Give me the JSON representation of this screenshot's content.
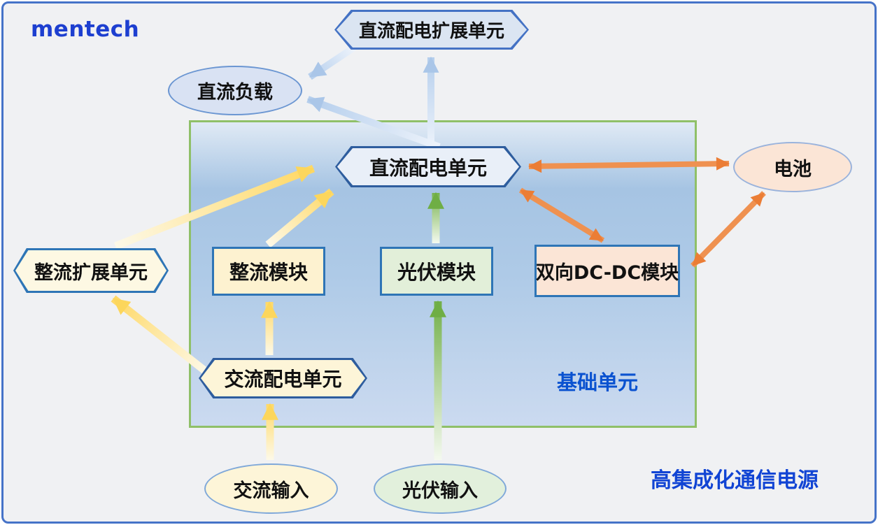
{
  "page": {
    "logo": "mentech",
    "logo_color": "#1d3fd0",
    "caption": "高集成化通信电源",
    "caption_color": "#1144d4",
    "background": "#f0f1f3",
    "frame_border_color": "#4673c8"
  },
  "base_unit_box": {
    "label": "基础单元",
    "label_color": "#0a52d0",
    "border_color": "#8fc068",
    "fill_gradient": [
      "#e0eaf5",
      "#a6c4e3",
      "#cbdaf0"
    ]
  },
  "nodes": {
    "dc_dist_expansion": {
      "label": "直流配电扩展单元",
      "shape": "hexagon",
      "fill": "#dbe5f2",
      "border": "#4472c4"
    },
    "dc_load": {
      "label": "直流负载",
      "shape": "ellipse",
      "fill": "#d9e2f3",
      "border": "#6b96d2"
    },
    "dc_dist_unit": {
      "label": "直流配电单元",
      "shape": "hexagon",
      "fill": "#e9eff8",
      "border": "#2e5d9e"
    },
    "battery": {
      "label": "电池",
      "shape": "ellipse",
      "fill": "#fbe5d6",
      "border": "#9ab3dc"
    },
    "rectifier_expansion": {
      "label": "整流扩展单元",
      "shape": "hexagon",
      "fill": "#fdf8e3",
      "border": "#2e75b6"
    },
    "rectifier_module": {
      "label": "整流模块",
      "shape": "rect",
      "fill": "#fdf2d0",
      "border": "#2e75b6"
    },
    "pv_module": {
      "label": "光伏模块",
      "shape": "rect",
      "fill": "#e2efd9",
      "border": "#2e75b6"
    },
    "dcdc_module": {
      "label": "双向DC-DC模块",
      "shape": "rect",
      "fill": "#fbe5d6",
      "border": "#2e75b6"
    },
    "ac_dist_unit": {
      "label": "交流配电单元",
      "shape": "hexagon",
      "fill": "#fdf5d8",
      "border": "#2e5d9e"
    },
    "ac_input": {
      "label": "交流输入",
      "shape": "ellipse",
      "fill": "#fdf5d8",
      "border": "#7fa8d9"
    },
    "pv_input": {
      "label": "光伏输入",
      "shape": "ellipse",
      "fill": "#e2f0dc",
      "border": "#7fa8d9"
    }
  },
  "edges": [
    {
      "from": "直流配电单元",
      "to": "直流配电扩展单元",
      "color": "blue",
      "bidirectional": false
    },
    {
      "from": "直流配电单元",
      "to": "直流负载",
      "color": "blue",
      "bidirectional": false
    },
    {
      "from": "直流配电扩展单元",
      "to": "直流负载",
      "color": "blue",
      "bidirectional": false
    },
    {
      "from": "整流扩展单元",
      "to": "直流配电单元",
      "color": "yellow",
      "bidirectional": false
    },
    {
      "from": "整流模块",
      "to": "直流配电单元",
      "color": "yellow",
      "bidirectional": false
    },
    {
      "from": "交流配电单元",
      "to": "整流模块",
      "color": "yellow",
      "bidirectional": false
    },
    {
      "from": "交流配电单元",
      "to": "整流扩展单元",
      "color": "yellow",
      "bidirectional": false
    },
    {
      "from": "交流输入",
      "to": "交流配电单元",
      "color": "yellow",
      "bidirectional": false
    },
    {
      "from": "光伏模块",
      "to": "直流配电单元",
      "color": "green",
      "bidirectional": false
    },
    {
      "from": "光伏输入",
      "to": "光伏模块",
      "color": "green",
      "bidirectional": false
    },
    {
      "from": "直流配电单元",
      "to": "电池",
      "color": "orange",
      "bidirectional": true
    },
    {
      "from": "直流配电单元",
      "to": "双向DC-DC模块",
      "color": "orange",
      "bidirectional": true
    },
    {
      "from": "双向DC-DC模块",
      "to": "电池",
      "color": "orange",
      "bidirectional": true
    }
  ],
  "arrow_colors": {
    "blue_head": "#b3cdec",
    "blue_tail": "#edf3fb",
    "yellow_head": "#ffd761",
    "yellow_tail": "#fdf9e8",
    "green_head": "#6fae45",
    "green_tail": "#f4f9ef",
    "orange": "#ef9150",
    "orange_head": "#eb7d35"
  }
}
